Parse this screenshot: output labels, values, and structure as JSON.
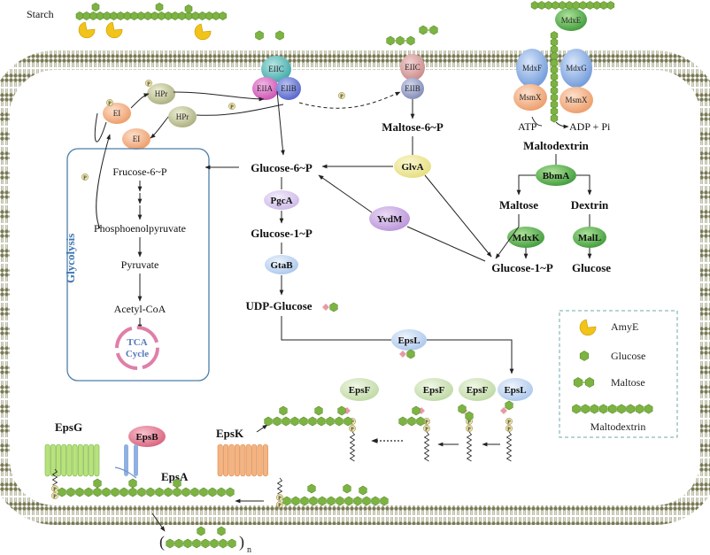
{
  "labels": {
    "starch": "Starch",
    "atp": "ATP",
    "adp_pi": "ADP + Pi",
    "glycolysis": "Glycolysis",
    "fructose_6p": "Frucose-6~P",
    "pep": "Phosphoenolpyruvate",
    "pyruvate": "Pyruvate",
    "acetyl_coa": "Acetyl-CoA",
    "tca": "TCA",
    "cycle": "Cycle",
    "glucose_6p": "Glucose-6~P",
    "glucose_1p": "Glucose-1~P",
    "udp_glucose": "UDP-Glucose",
    "maltose_6p": "Maltose-6~P",
    "maltodextrin": "Maltodextrin",
    "maltose": "Maltose",
    "dextrin": "Dextrin",
    "glucose": "Glucose",
    "phosphate": "P",
    "bracket_open": "(",
    "bracket_close": ")",
    "subscript_n": "n"
  },
  "proteins": {
    "eiic": "EIIC",
    "eiia": "EIIA",
    "eiib": "EIIB",
    "ei": "EI",
    "hpr": "HPr",
    "mdxe": "MdxE",
    "mdxf": "MdxF",
    "mdxg": "MdxG",
    "msmx": "MsmX"
  },
  "enzymes": {
    "pgca": "PgcA",
    "gtab": "GtaB",
    "glva": "GlvA",
    "yvdm": "YvdM",
    "bbma": "BbmA",
    "mdxk": "MdxK",
    "mall": "MalL",
    "epsl": "EpsL",
    "epsf": "EpsF",
    "epsg": "EpsG",
    "epsb": "EpsB",
    "epsa": "EpsA",
    "epsk": "EpsK"
  },
  "legend": {
    "amye": "AmyE",
    "glucose": "Glucose",
    "maltose": "Maltose",
    "maltodextrin": "Maltodextrin"
  },
  "colors": {
    "glucose_unit": "#7cb342",
    "amye_icon": "#f2c318",
    "membrane": "#7a7a55",
    "lipid_carrier": "#222222"
  },
  "icons": {
    "glucose": "green-hexagon-icon",
    "amye": "pacman-enzyme-icon",
    "phosphate": "phosphate-circle-icon",
    "sugar_nucleotide": "pink-diamond-icon"
  }
}
